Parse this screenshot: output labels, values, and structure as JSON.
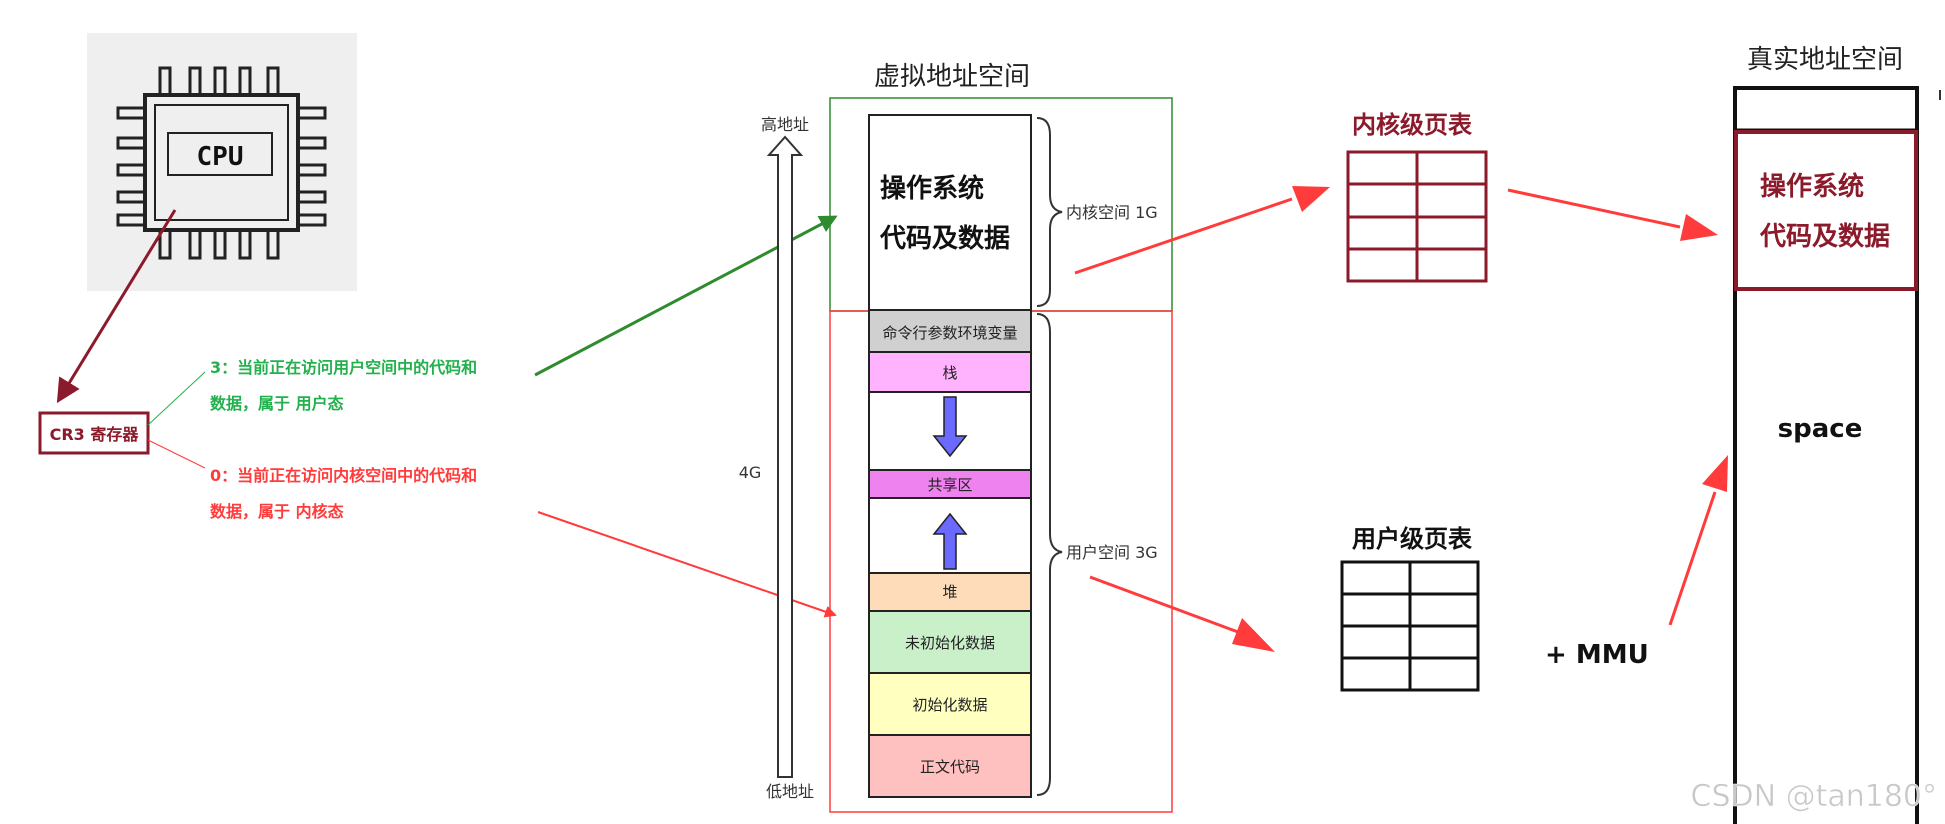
{
  "colors": {
    "dark_red": "#8b1a2b",
    "green": "#2e8b2e",
    "light_green": "#22b14c",
    "red": "#ff3b3b",
    "blue_arrow": "#6a6aff",
    "seg_gray": "#d0d0d0",
    "seg_pink": "#ffb3ff",
    "seg_magenta": "#ee82ee",
    "seg_peach": "#ffdcb9",
    "seg_green": "#c9f0c9",
    "seg_yellow": "#ffffc0",
    "seg_salmon": "#ffc0c0",
    "watermark": "#c8c8c8"
  },
  "cpu": {
    "chip_label": "CPU",
    "icon": "cpu-chip-icon"
  },
  "cr3": {
    "label": "CR3 寄存器"
  },
  "mode_user": {
    "line1": "3：当前正在访问用户空间中的代码和",
    "line2": "数据，属于 用户态"
  },
  "mode_kernel": {
    "line1": "0：当前正在访问内核空间中的代码和",
    "line2": "数据，属于 内核态"
  },
  "virtual_space": {
    "title": "虚拟地址空间",
    "high_address": "高地址",
    "low_address": "低地址",
    "total_size": "4G",
    "os_code_line1": "操作系统",
    "os_code_line2": "代码及数据",
    "kernel_space_label": "内核空间 1G",
    "user_space_label": "用户空间 3G",
    "segments": {
      "cmdline_env": "命令行参数环境变量",
      "stack": "栈",
      "shared": "共享区",
      "heap": "堆",
      "bss": "未初始化数据",
      "data": "初始化数据",
      "text": "正文代码"
    }
  },
  "kernel_page_table": {
    "title": "内核级页表"
  },
  "user_page_table": {
    "title": "用户级页表"
  },
  "mmu_label": "+ MMU",
  "physical_space": {
    "title": "真实地址空间",
    "os_line1": "操作系统",
    "os_line2": "代码及数据",
    "space_label": "space"
  },
  "watermark": "CSDN @tan180°"
}
